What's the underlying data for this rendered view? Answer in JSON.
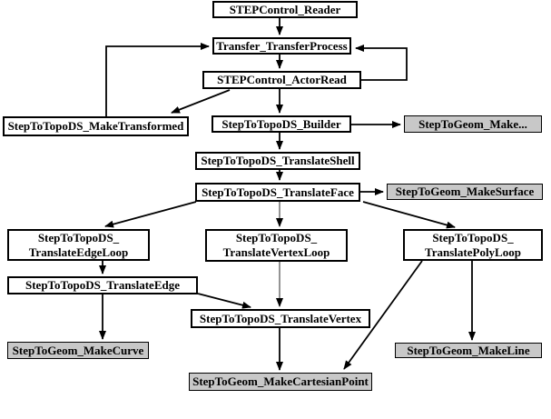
{
  "nodes": {
    "reader": {
      "label": "STEPControl_Reader"
    },
    "transfer": {
      "label": "Transfer_TransferProcess"
    },
    "actor_read": {
      "label": "STEPControl_ActorRead"
    },
    "make_transformed": {
      "label": "StepToTopoDS_MakeTransformed"
    },
    "builder": {
      "label": "StepToTopoDS_Builder"
    },
    "make_dots": {
      "label": "StepToGeom_Make..."
    },
    "translate_shell": {
      "label": "StepToTopoDS_TranslateShell"
    },
    "translate_face": {
      "label": "StepToTopoDS_TranslateFace"
    },
    "make_surface": {
      "label": "StepToGeom_MakeSurface"
    },
    "edge_loop": {
      "label": "StepToTopoDS_\nTranslateEdgeLoop"
    },
    "vertex_loop": {
      "label": "StepToTopoDS_\nTranslateVertexLoop"
    },
    "poly_loop": {
      "label": "StepToTopoDS_\nTranslatePolyLoop"
    },
    "translate_edge": {
      "label": "StepToTopoDS_TranslateEdge"
    },
    "translate_vertex": {
      "label": "StepToTopoDS_TranslateVertex"
    },
    "make_curve": {
      "label": "StepToGeom_MakeCurve"
    },
    "make_line": {
      "label": "StepToGeom_MakeLine"
    },
    "make_cartesian": {
      "label": "StepToGeom_MakeCartesianPoint"
    }
  },
  "edges": [
    {
      "from": "STEPControl_Reader",
      "to": "Transfer_TransferProcess"
    },
    {
      "from": "Transfer_TransferProcess",
      "to": "STEPControl_ActorRead"
    },
    {
      "from": "STEPControl_ActorRead",
      "to": "Transfer_TransferProcess"
    },
    {
      "from": "STEPControl_ActorRead",
      "to": "StepToTopoDS_MakeTransformed"
    },
    {
      "from": "StepToTopoDS_MakeTransformed",
      "to": "Transfer_TransferProcess"
    },
    {
      "from": "STEPControl_ActorRead",
      "to": "StepToTopoDS_Builder"
    },
    {
      "from": "StepToTopoDS_Builder",
      "to": "StepToGeom_Make..."
    },
    {
      "from": "StepToTopoDS_Builder",
      "to": "StepToTopoDS_TranslateShell"
    },
    {
      "from": "StepToTopoDS_TranslateShell",
      "to": "StepToTopoDS_TranslateFace"
    },
    {
      "from": "StepToTopoDS_TranslateFace",
      "to": "StepToGeom_MakeSurface"
    },
    {
      "from": "StepToTopoDS_TranslateFace",
      "to": "StepToTopoDS_TranslateEdgeLoop"
    },
    {
      "from": "StepToTopoDS_TranslateFace",
      "to": "StepToTopoDS_TranslateVertexLoop"
    },
    {
      "from": "StepToTopoDS_TranslateFace",
      "to": "StepToTopoDS_TranslatePolyLoop"
    },
    {
      "from": "StepToTopoDS_TranslateEdgeLoop",
      "to": "StepToTopoDS_TranslateEdge"
    },
    {
      "from": "StepToTopoDS_TranslateEdge",
      "to": "StepToGeom_MakeCurve"
    },
    {
      "from": "StepToTopoDS_TranslateEdge",
      "to": "StepToTopoDS_TranslateVertex"
    },
    {
      "from": "StepToTopoDS_TranslateVertexLoop",
      "to": "StepToTopoDS_TranslateVertex"
    },
    {
      "from": "StepToTopoDS_TranslateVertex",
      "to": "StepToGeom_MakeCartesianPoint"
    },
    {
      "from": "StepToTopoDS_TranslatePolyLoop",
      "to": "StepToGeom_MakeLine"
    },
    {
      "from": "StepToTopoDS_TranslatePolyLoop",
      "to": "StepToGeom_MakeCartesianPoint"
    }
  ],
  "colors": {
    "background": "#ffffff",
    "node_fill_white": "#ffffff",
    "node_fill_gray": "#c8c8c8",
    "border": "#000000",
    "arrow": "#000000",
    "arrow_faded": "#7a7a7a"
  }
}
